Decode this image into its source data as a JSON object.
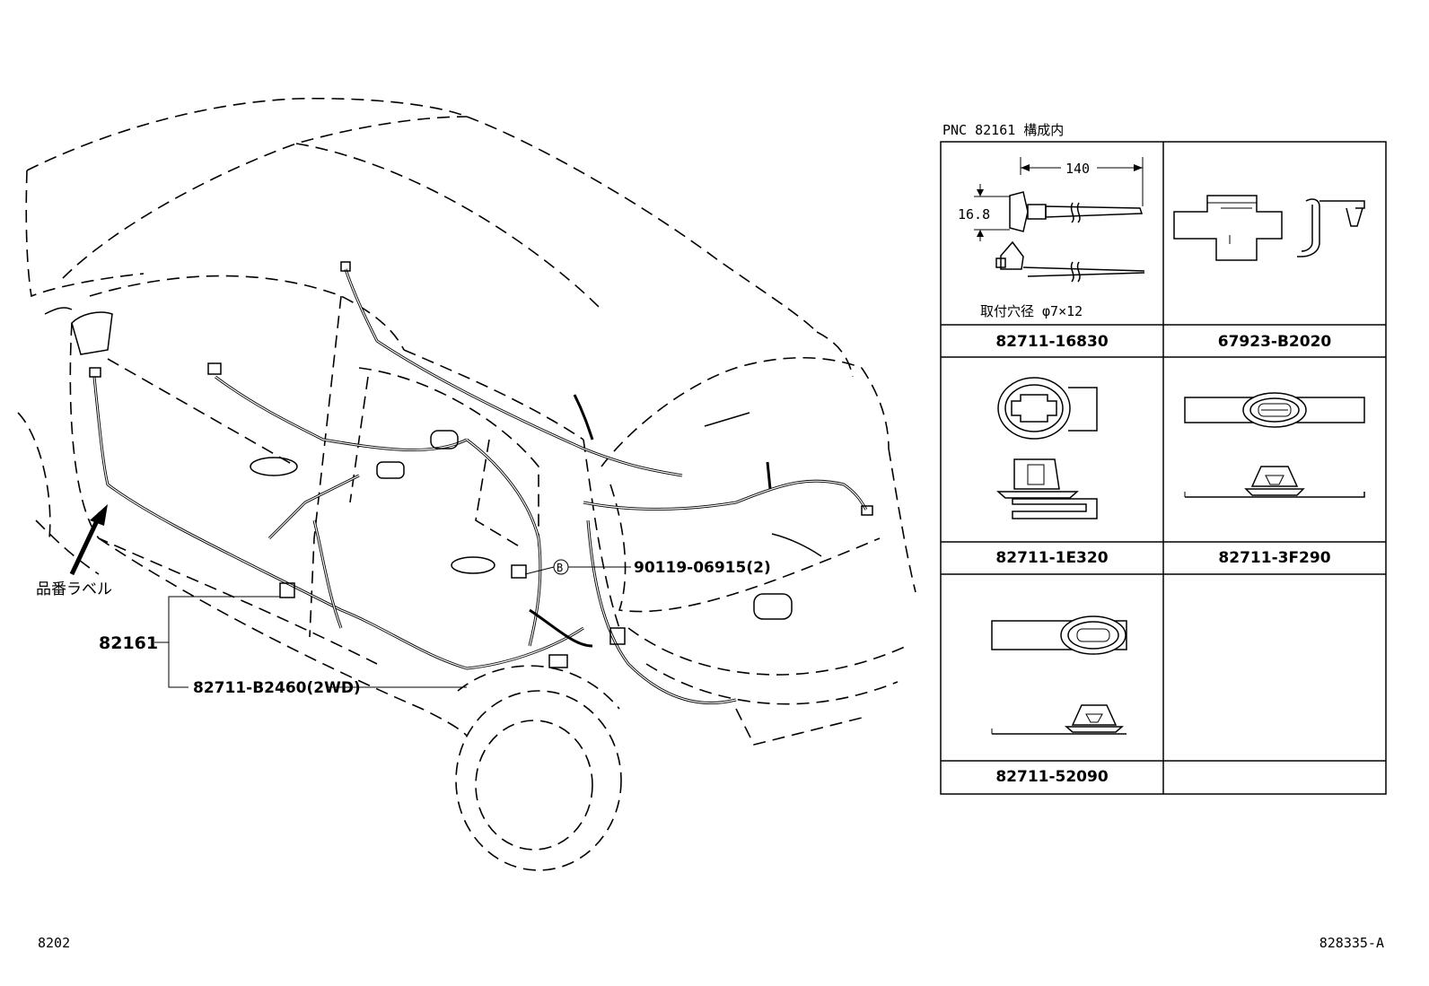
{
  "main_diagram": {
    "label_hinban": "品番ラベル",
    "part_main": "82161",
    "part_clip": "82711-B2460(2WD)",
    "part_bolt": "90119-06915(2)",
    "callout_b": "B"
  },
  "table": {
    "header": "PNC 82161 構成内",
    "cells": [
      {
        "part_no": "82711-16830",
        "dim_length": "140",
        "dim_height": "16.8",
        "note": "取付穴径 φ7×12"
      },
      {
        "part_no": "67923-B2020"
      },
      {
        "part_no": "82711-1E320"
      },
      {
        "part_no": "82711-3F290"
      },
      {
        "part_no": "82711-52090"
      },
      {
        "part_no": ""
      }
    ]
  },
  "footer": {
    "page_ref": "8202",
    "figure_id": "828335-A"
  }
}
